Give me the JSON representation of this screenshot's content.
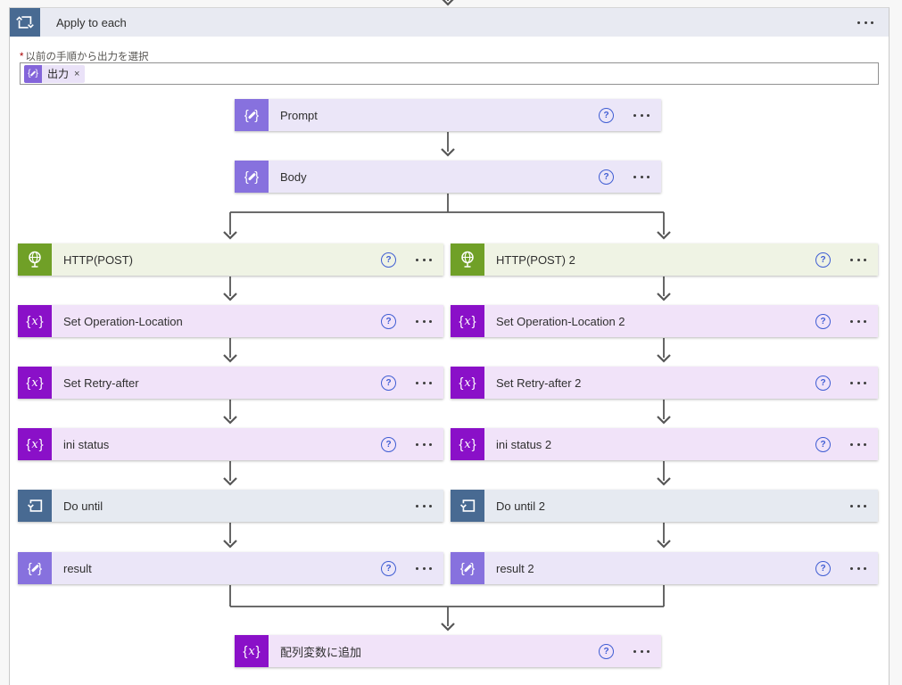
{
  "scope": {
    "title": "Apply to each",
    "param": {
      "required_marker": "*",
      "label": "以前の手順から出力を選択",
      "token": {
        "label": "出力",
        "remove_glyph": "×"
      }
    }
  },
  "cards": {
    "prompt": {
      "title": "Prompt"
    },
    "body": {
      "title": "Body"
    },
    "http1": {
      "title": "HTTP(POST)"
    },
    "http2": {
      "title": "HTTP(POST) 2"
    },
    "setop1": {
      "title": "Set Operation-Location"
    },
    "setop2": {
      "title": "Set Operation-Location 2"
    },
    "retry1": {
      "title": "Set Retry-after"
    },
    "retry2": {
      "title": "Set Retry-after 2"
    },
    "ini1": {
      "title": "ini status"
    },
    "ini2": {
      "title": "ini status 2"
    },
    "until1": {
      "title": "Do until"
    },
    "until2": {
      "title": "Do until 2"
    },
    "result1": {
      "title": "result"
    },
    "result2": {
      "title": "result 2"
    },
    "append": {
      "title": "配列変数に追加"
    }
  },
  "glyphs": {
    "help": "?",
    "brace_open": "{",
    "brace_close": "}",
    "var_x": "x"
  },
  "icons": {
    "scope_icon": "for-each-loop-icon",
    "do_until_icon": "do-until-loop-icon",
    "http_icon": "globe-icon",
    "compose_icon": "braces-pencil-icon",
    "variable_icon": "braces-x-icon",
    "token_icon": "dynamic-content-icon"
  },
  "colors": {
    "scope_header_bg": "#e8eaf2",
    "loop_icon_bg": "#486a92",
    "compose_card_bg": "#ebe6f8",
    "compose_icon_bg": "#8771de",
    "variable_card_bg": "#f1e3f9",
    "variable_icon_bg": "#8a10c8",
    "http_card_bg": "#eff3e4",
    "http_icon_bg": "#70a027",
    "do_until_card_bg": "#e6eaf1",
    "connector": "#565656",
    "help_icon": "#3f5dd3",
    "required_marker": "#a80000"
  }
}
